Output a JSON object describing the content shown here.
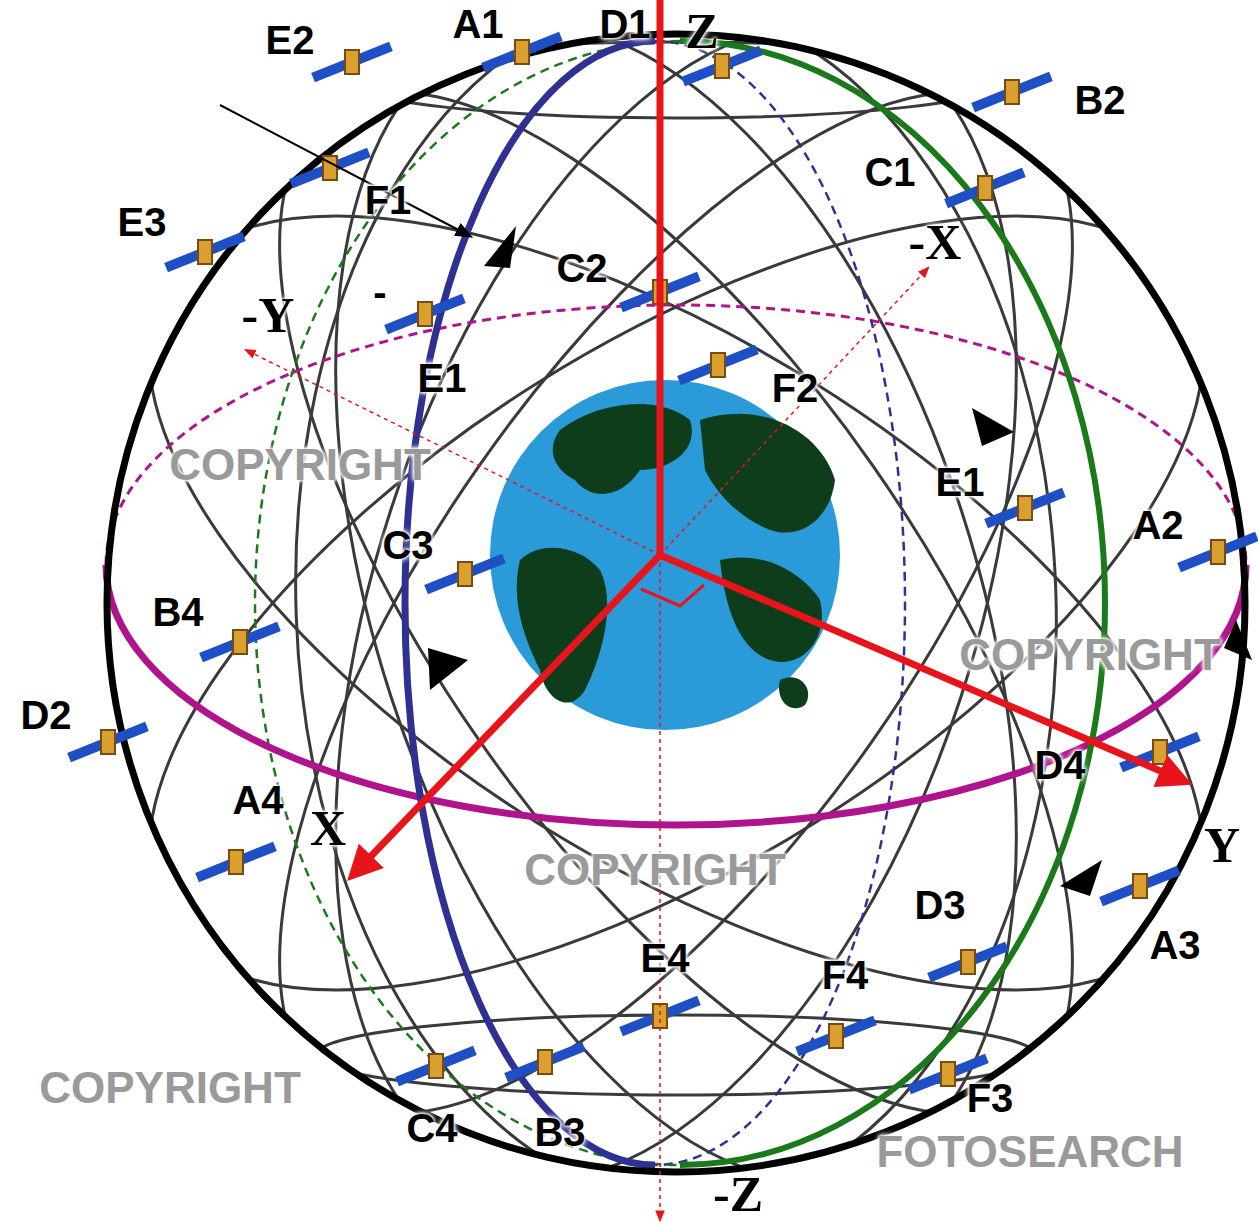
{
  "diagram": {
    "labels": [
      "Z",
      "E2",
      "A1",
      "D1",
      "B2",
      "C1",
      "F1",
      "E3",
      "-X",
      "C2",
      "-",
      "-Y",
      "E1",
      "F2",
      "E1",
      "C3",
      "A2",
      "B4",
      "D4",
      "D2",
      "A4",
      "X",
      "Y",
      "D3",
      "E4",
      "F4",
      "A3",
      "F3",
      "C4",
      "B3",
      "-Z",
      "COPYRIGHT",
      "COPYRIGHT",
      "COPYRIGHT",
      "COPYRIGHT",
      "FOTOSEARCH"
    ]
  }
}
